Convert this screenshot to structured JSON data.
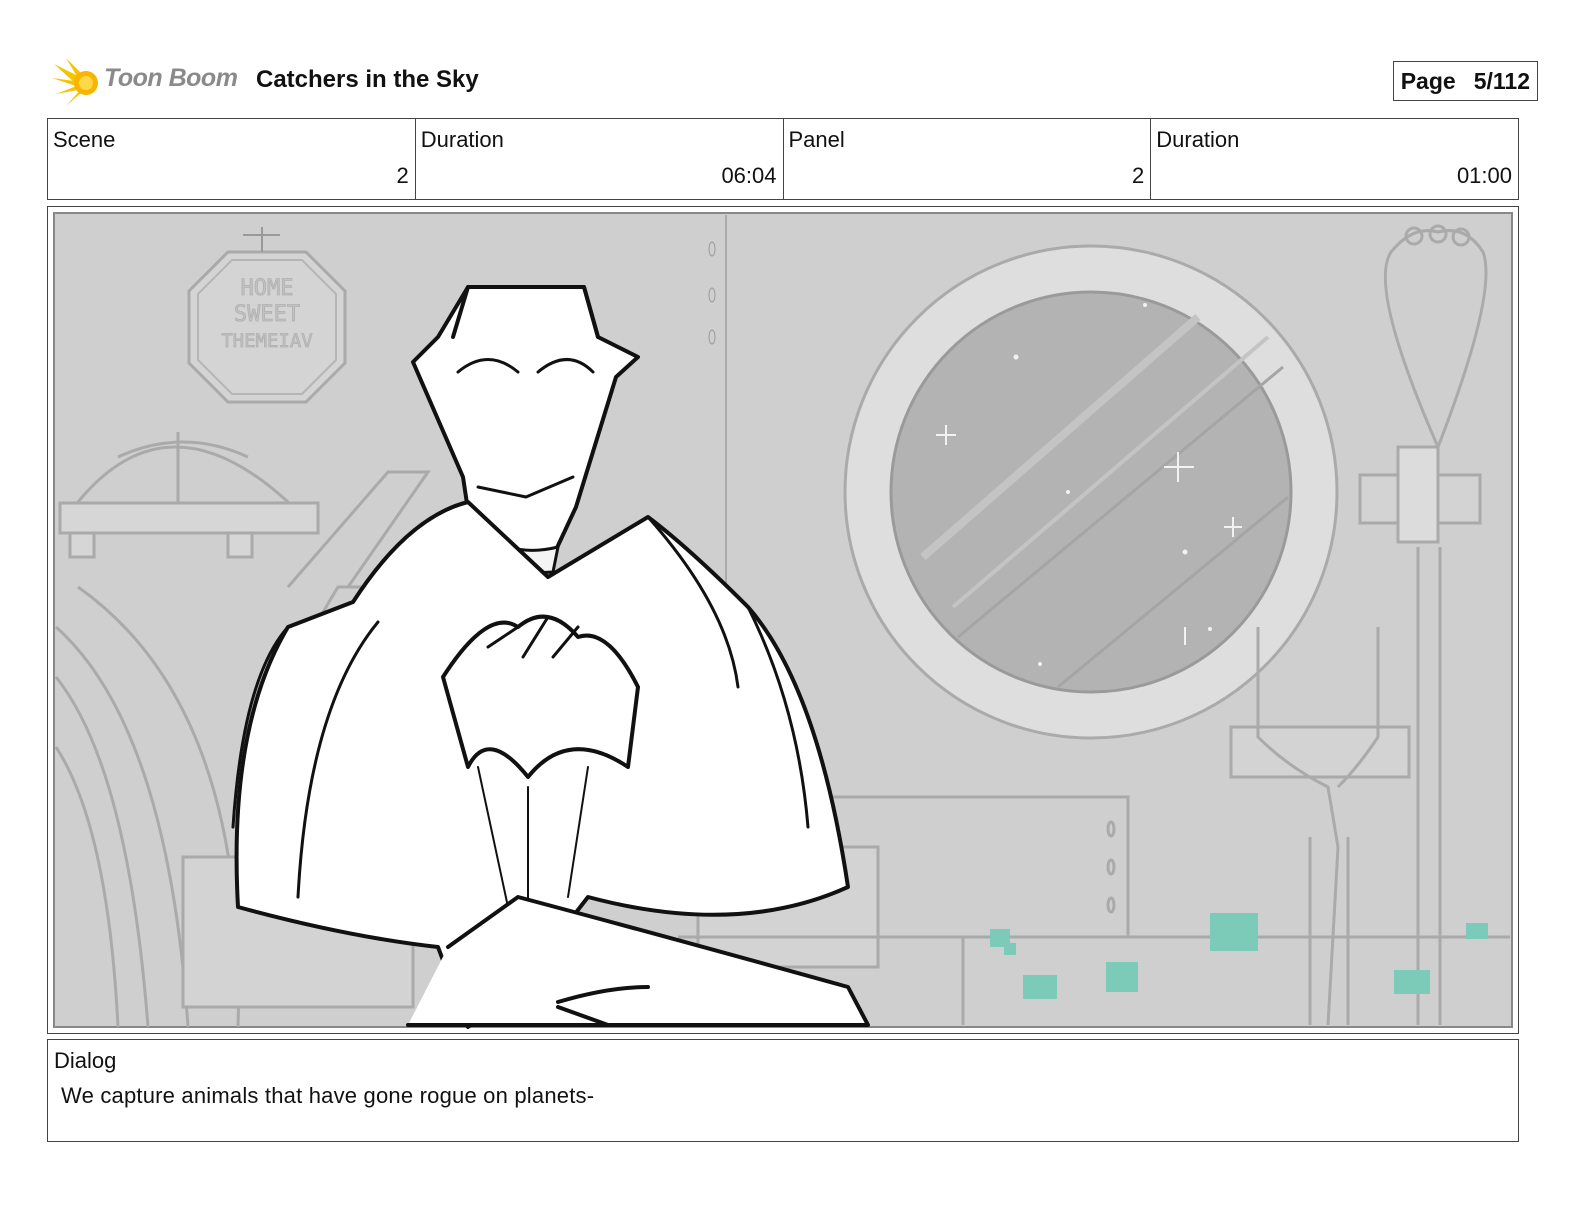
{
  "header": {
    "logo_text": "Toon Boom",
    "project_title": "Catchers in the Sky",
    "page_label": "Page",
    "page_value": "5/112"
  },
  "info": {
    "scene_label": "Scene",
    "scene_value": "2",
    "scene_duration_label": "Duration",
    "scene_duration_value": "06:04",
    "panel_label": "Panel",
    "panel_value": "2",
    "panel_duration_label": "Duration",
    "panel_duration_value": "01:00"
  },
  "panel_image": {
    "sign_lines": [
      "HOME",
      "SWEET",
      "THEMEIAV"
    ],
    "accent_color": "#7ccbb8",
    "background_color": "#cfcfcf"
  },
  "dialog": {
    "label": "Dialog",
    "text": "We capture animals that have gone rogue on planets-"
  }
}
